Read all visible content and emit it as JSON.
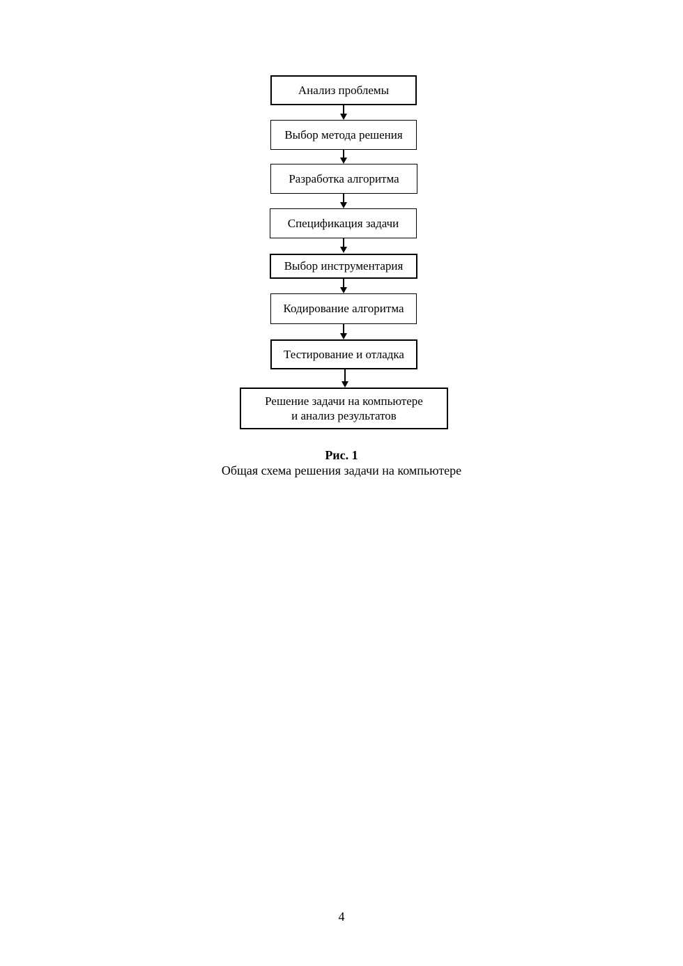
{
  "figure": {
    "steps": [
      {
        "label": "Анализ проблемы"
      },
      {
        "label": "Выбор метода решения"
      },
      {
        "label": "Разработка алгоритма"
      },
      {
        "label": "Спецификация задачи"
      },
      {
        "label": "Выбор инструментария"
      },
      {
        "label": "Кодирование алгоритма"
      },
      {
        "label": "Тестирование и отладка"
      },
      {
        "label": "Решение задачи на компьютере\nи анализ результатов"
      }
    ],
    "caption": {
      "title": "Рис. 1",
      "subtitle": "Общая схема решения задачи на компьютере"
    }
  },
  "page": {
    "number": "4"
  },
  "colors": {
    "background": "#ffffff",
    "stroke": "#000000",
    "text": "#000000"
  }
}
